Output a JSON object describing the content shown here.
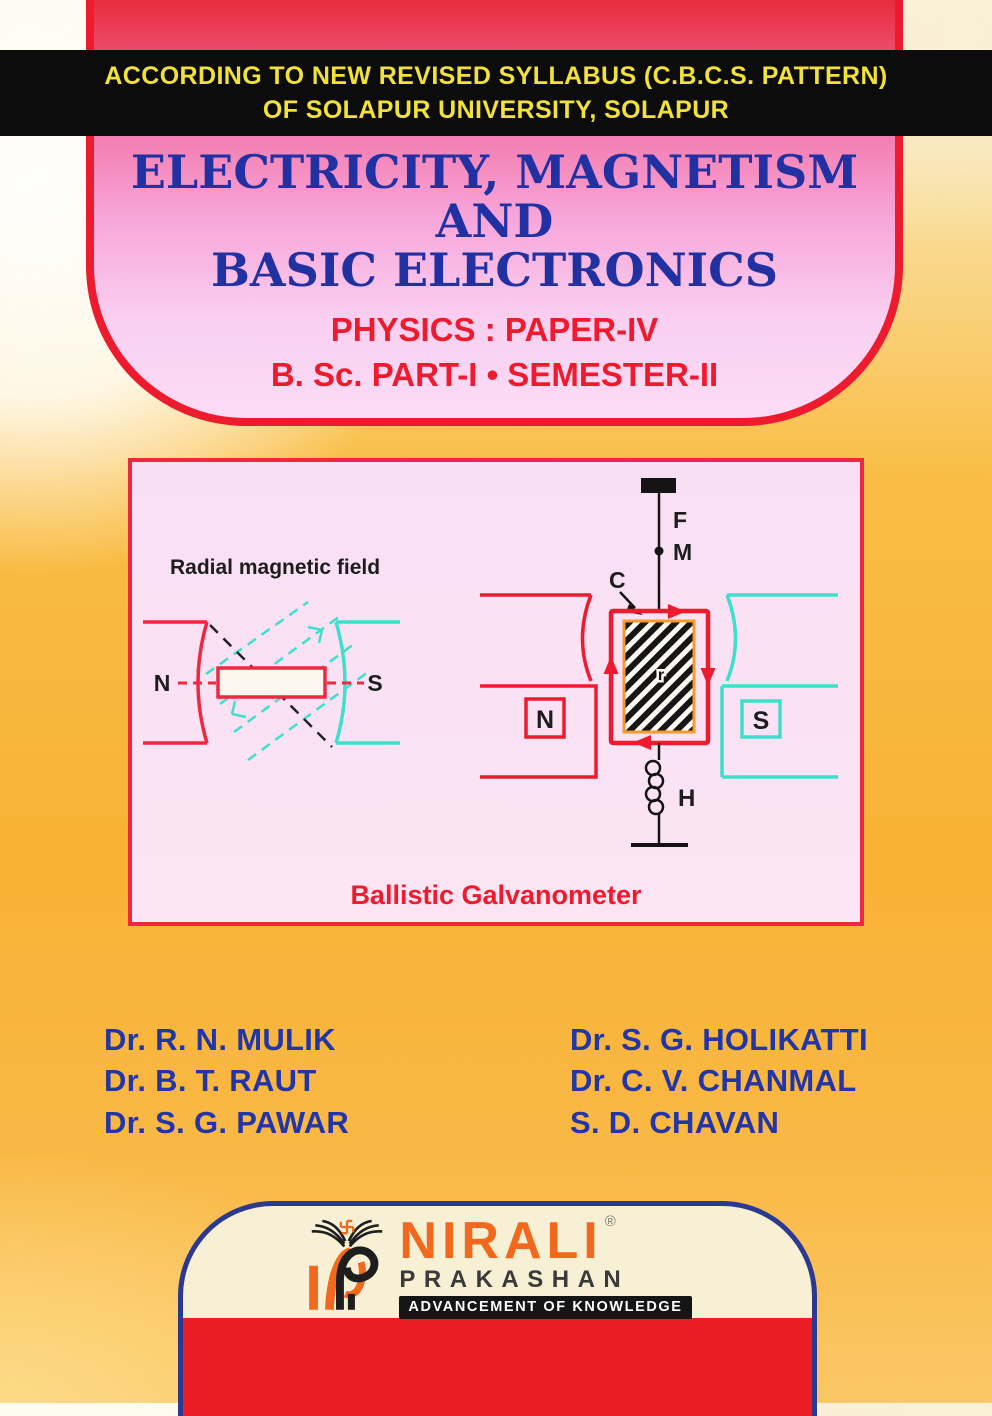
{
  "banner": {
    "line1": "ACCORDING TO NEW REVISED SYLLABUS (C.B.C.S. PATTERN)",
    "line2": "OF SOLAPUR UNIVERSITY, SOLAPUR"
  },
  "title": {
    "line1": "ELECTRICITY, MAGNETISM",
    "line2": "AND",
    "line3": "BASIC ELECTRONICS",
    "subtitle1": "PHYSICS : PAPER-IV",
    "subtitle2": "B. Sc. PART-I • SEMESTER-II"
  },
  "figure": {
    "left_caption": "Radial magnetic field",
    "caption": "Ballistic Galvanometer",
    "labels": {
      "left_n": "N",
      "left_s": "S",
      "fiber": "F",
      "mirror": "M",
      "coil": "C",
      "core": "r",
      "pole_n": "N",
      "pole_s": "S",
      "spring": "H"
    }
  },
  "authors": {
    "left": [
      "Dr. R. N. MULIK",
      "Dr. B. T. RAUT",
      "Dr. S. G. PAWAR"
    ],
    "right": [
      "Dr. S. G. HOLIKATTI",
      "Dr. C. V. CHANMAL",
      "S. D. CHAVAN"
    ]
  },
  "publisher": {
    "name": "NIRALI",
    "registered": "®",
    "subname": "PRAKASHAN",
    "tagline": "ADVANCEMENT OF KNOWLEDGE"
  },
  "colors": {
    "title_blue": "#2231A2",
    "accent_red": "#EE1B2E",
    "banner_yellow": "#F2E13B",
    "pole_cyan": "#3EE0CB",
    "coil_orange": "#F59B2B",
    "background_orange": "#F8B235",
    "card_pink": "#FACFF0",
    "publisher_orange": "#F2691D",
    "publisher_blue": "#2B3990",
    "publisher_red": "#EC1C24"
  }
}
